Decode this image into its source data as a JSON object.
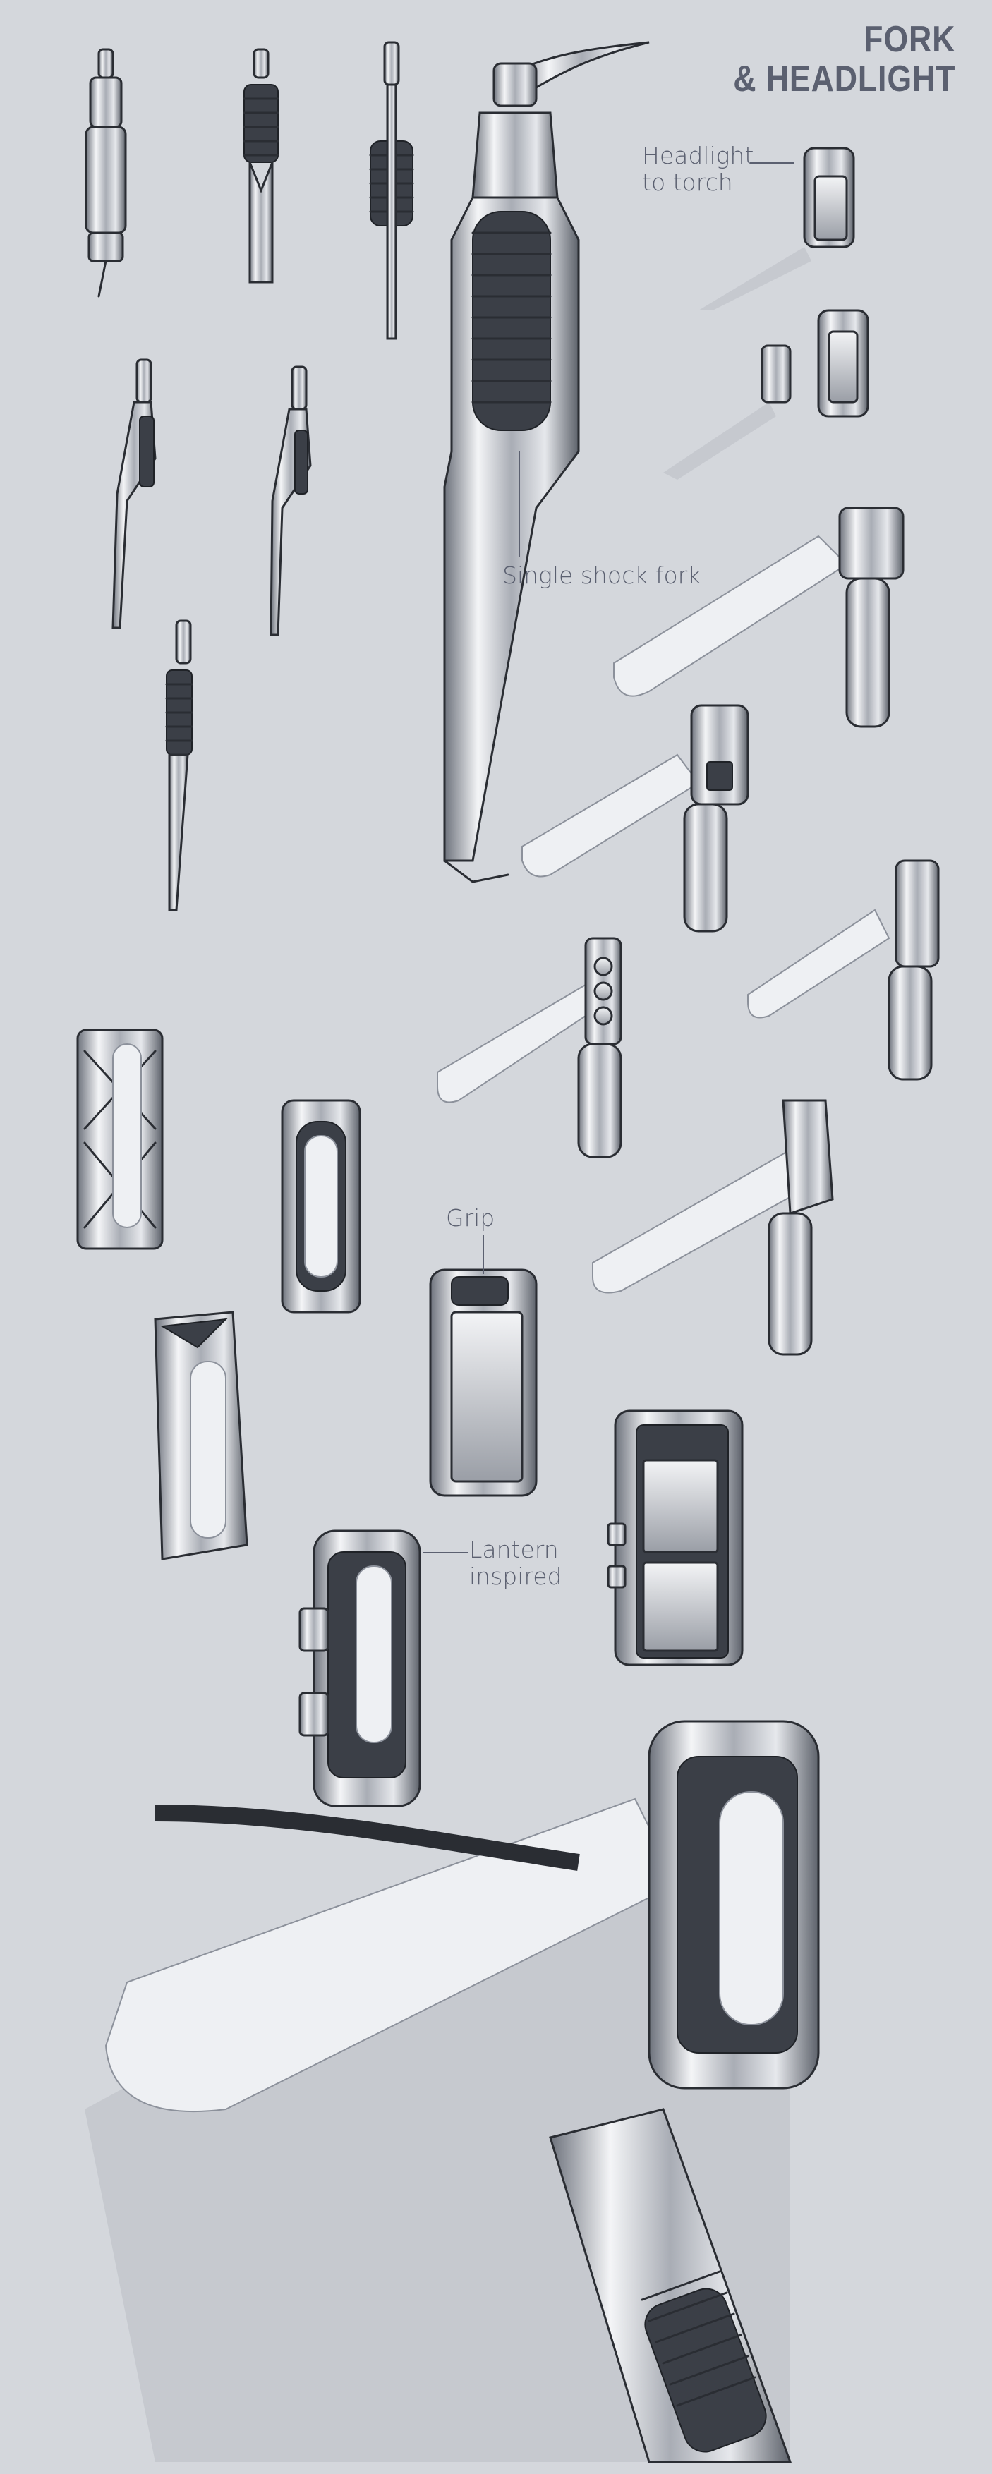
{
  "title": {
    "line1": "FORK",
    "line2": "& HEADLIGHT"
  },
  "annotations": {
    "headlight_to_torch": {
      "line1": "Headlight",
      "line2": "to torch"
    },
    "single_shock_fork": "Single shock fork",
    "grip": "Grip",
    "lantern_inspired": {
      "line1": "Lantern",
      "line2": "inspired"
    }
  },
  "colors": {
    "background": "#d4d7dc",
    "text": "#5b6070",
    "ink": "#2a2d33"
  },
  "sketches": [
    "fork-variant-1",
    "fork-variant-2",
    "fork-variant-3",
    "fork-variant-4",
    "fork-variant-5",
    "fork-variant-6",
    "single-shock-fork",
    "headlight-torch-1",
    "headlight-torch-2",
    "handlebar-headlight-1",
    "handlebar-headlight-2",
    "handlebar-headlight-3",
    "handlebar-headlight-4",
    "handlebar-headlight-5",
    "lamp-truss",
    "lamp-oval",
    "lamp-triangle",
    "lamp-grip",
    "lamp-lantern",
    "lamp-dual-lens",
    "final-headlight-assembly"
  ]
}
